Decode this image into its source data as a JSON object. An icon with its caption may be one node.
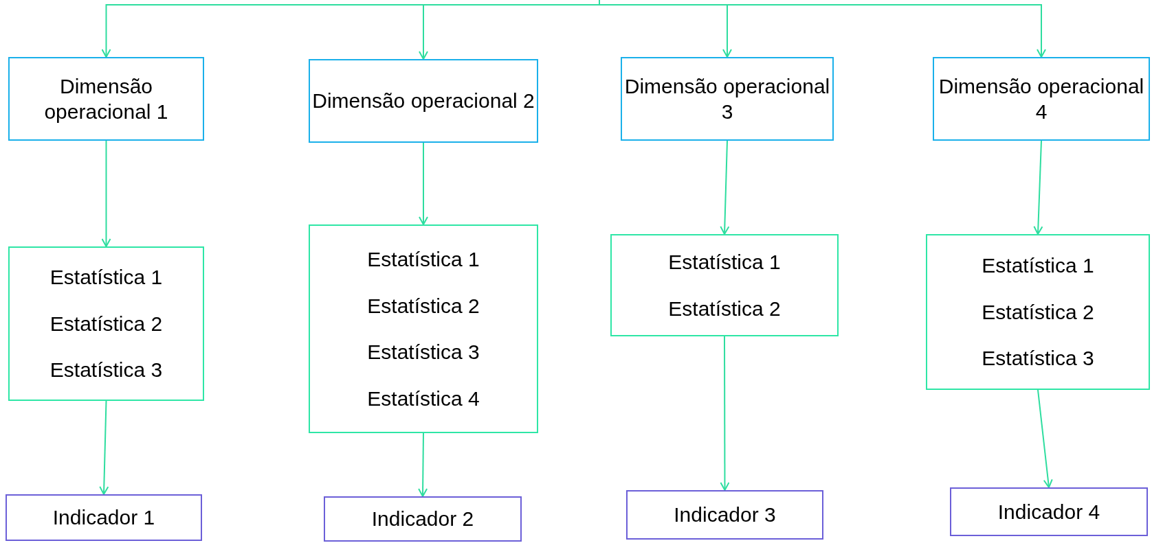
{
  "diagram": {
    "nodes": [
      {
        "text": [
          "Dimensão operacional 1"
        ]
      },
      {
        "text": [
          "Dimensão operacional 2"
        ]
      },
      {
        "text": [
          "Dimensão operacional 3"
        ]
      },
      {
        "text": [
          "Dimensão operacional 4"
        ]
      },
      {
        "text": [
          "Estatística 1",
          "Estatística 2",
          "Estatística 3"
        ]
      },
      {
        "text": [
          "Estatística 1",
          "Estatística 2",
          "Estatística 3",
          "Estatística 4"
        ]
      },
      {
        "text": [
          "Estatística 1",
          "Estatística 2"
        ]
      },
      {
        "text": [
          "Estatística 1",
          "Estatística 2",
          "Estatística 3"
        ]
      },
      {
        "text": [
          "Indicador 1"
        ]
      },
      {
        "text": [
          "Indicador 2"
        ]
      },
      {
        "text": [
          "Indicador 3"
        ]
      },
      {
        "text": [
          "Indicador 4"
        ]
      }
    ],
    "edges": [
      {
        "from": null,
        "to": 0,
        "arrow": "to"
      },
      {
        "from": null,
        "to": 1,
        "arrow": "to"
      },
      {
        "from": null,
        "to": 2,
        "arrow": "to"
      },
      {
        "from": null,
        "to": 3,
        "arrow": "to"
      },
      {
        "from": 0,
        "to": 4,
        "arrow": "to"
      },
      {
        "from": 1,
        "to": 5,
        "arrow": "to"
      },
      {
        "from": 2,
        "to": 6,
        "arrow": "to"
      },
      {
        "from": 3,
        "to": 7,
        "arrow": "to"
      },
      {
        "from": 4,
        "to": 8,
        "arrow": "to"
      },
      {
        "from": 5,
        "to": 9,
        "arrow": "to"
      },
      {
        "from": 6,
        "to": 10,
        "arrow": "to"
      },
      {
        "from": 7,
        "to": 11,
        "arrow": "to"
      }
    ]
  }
}
